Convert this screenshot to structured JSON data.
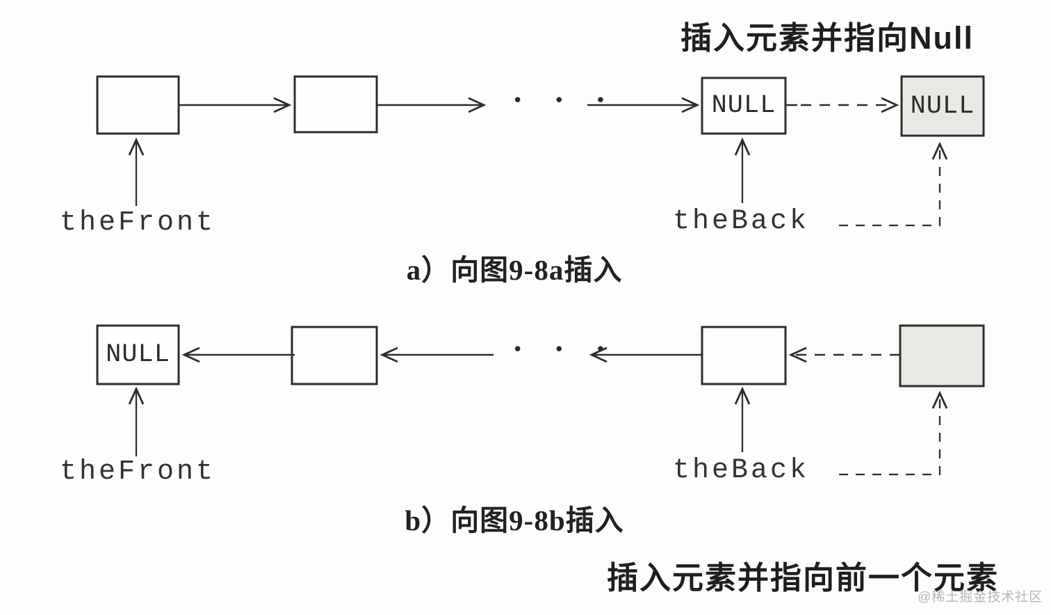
{
  "colors": {
    "ink": "#2e2d2a",
    "box_fill": "#fefefd",
    "shaded_fill": "#e9e8e3",
    "watermark": "#b6b6b4"
  },
  "titles": {
    "top": "插入元素并指向Null",
    "bottom": "插入元素并指向前一个元素"
  },
  "watermark": "@稀土掘金技术社区",
  "diagram_a": {
    "caption": "a）向图9-8a插入",
    "node1": "",
    "node2": "",
    "node3": "NULL",
    "node4": "NULL",
    "dots": "• • •",
    "front_label": "theFront",
    "back_label": "theBack"
  },
  "diagram_b": {
    "caption": "b）向图9-8b插入",
    "node1": "NULL",
    "node2": "",
    "node3": "",
    "node4": "",
    "dots": "• • •",
    "front_label": "theFront",
    "back_label": "theBack"
  }
}
